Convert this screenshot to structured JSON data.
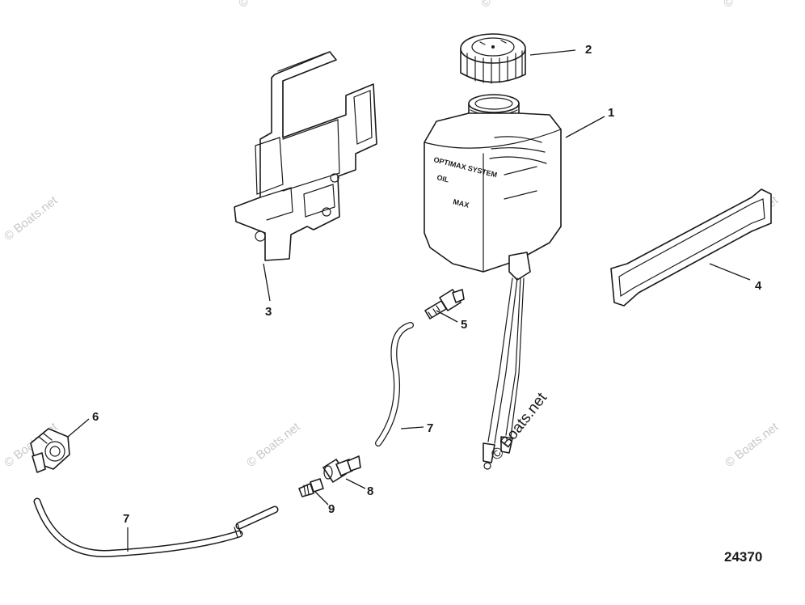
{
  "callouts": {
    "c1": "1",
    "c2": "2",
    "c3": "3",
    "c4": "4",
    "c5": "5",
    "c6": "6",
    "c7a": "7",
    "c7b": "7",
    "c8": "8",
    "c9": "9"
  },
  "figure_number": "24370",
  "watermark": {
    "text": "© Boats.net",
    "main_text": "© Boats.net"
  },
  "tank_label": {
    "line1": "OPTIMAX SYSTEM",
    "line2": "OIL",
    "line3": "MAX"
  }
}
